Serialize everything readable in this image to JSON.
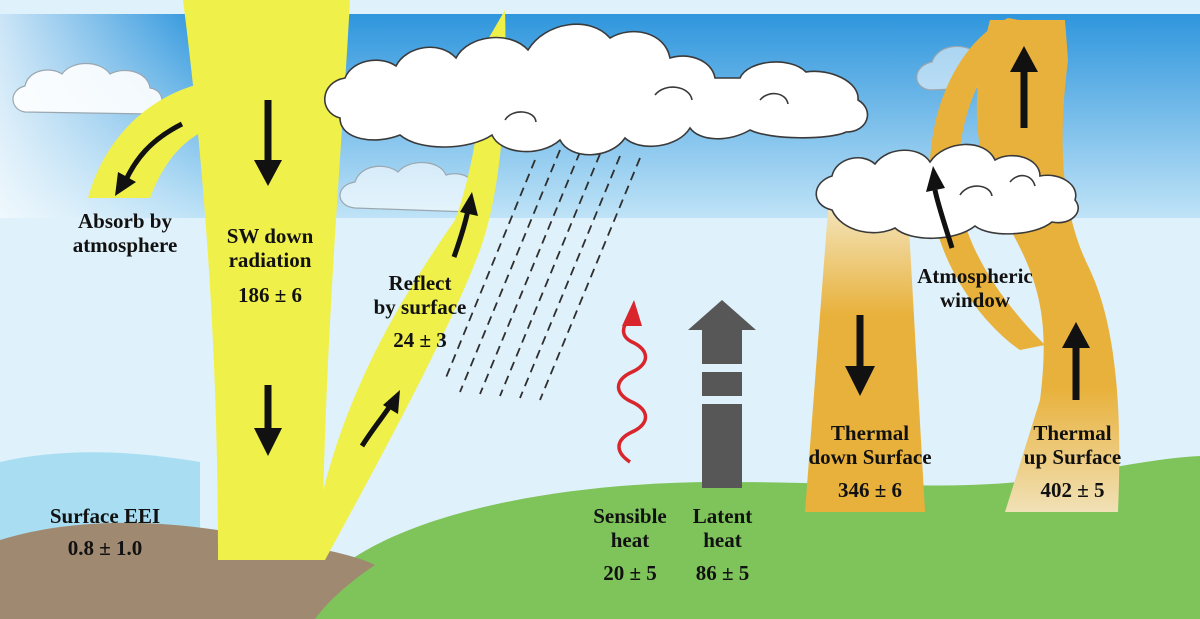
{
  "colors": {
    "sky_top": "#2f96dd",
    "sky_bottom": "#dff1fb",
    "sea": "#a9def2",
    "land": "#7ec45a",
    "soil": "#9f8971",
    "shortwave": "#f0f04a",
    "longwave": "#e8b13b",
    "tower": "#575757",
    "sensible_arrow": "#d9262c"
  },
  "labels": {
    "absorb": {
      "line1": "Absorb by",
      "line2": "atmosphere"
    },
    "sw_down": {
      "line1": "SW down",
      "line2": "radiation",
      "value": "186 ± 6"
    },
    "reflect": {
      "line1": "Reflect",
      "line2": "by surface",
      "value": "24 ± 3"
    },
    "surface_eei": {
      "line1": "Surface EEI",
      "value": "0.8 ± 1.0"
    },
    "sensible": {
      "line1": "Sensible",
      "line2": "heat",
      "value": "20 ± 5"
    },
    "latent": {
      "line1": "Latent",
      "line2": "heat",
      "value": "86 ± 5"
    },
    "thermal_down": {
      "line1": "Thermal",
      "line2": "down Surface",
      "value": "346 ± 6"
    },
    "atm_window": {
      "line1": "Atmospheric",
      "line2": "window"
    },
    "thermal_up": {
      "line1": "Thermal",
      "line2": "up Surface",
      "value": "402 ± 5"
    }
  },
  "icons": [
    "cloud-icon",
    "rain-icon",
    "arrow-icon",
    "wavy-arrow-icon",
    "tower-arrow-icon"
  ]
}
